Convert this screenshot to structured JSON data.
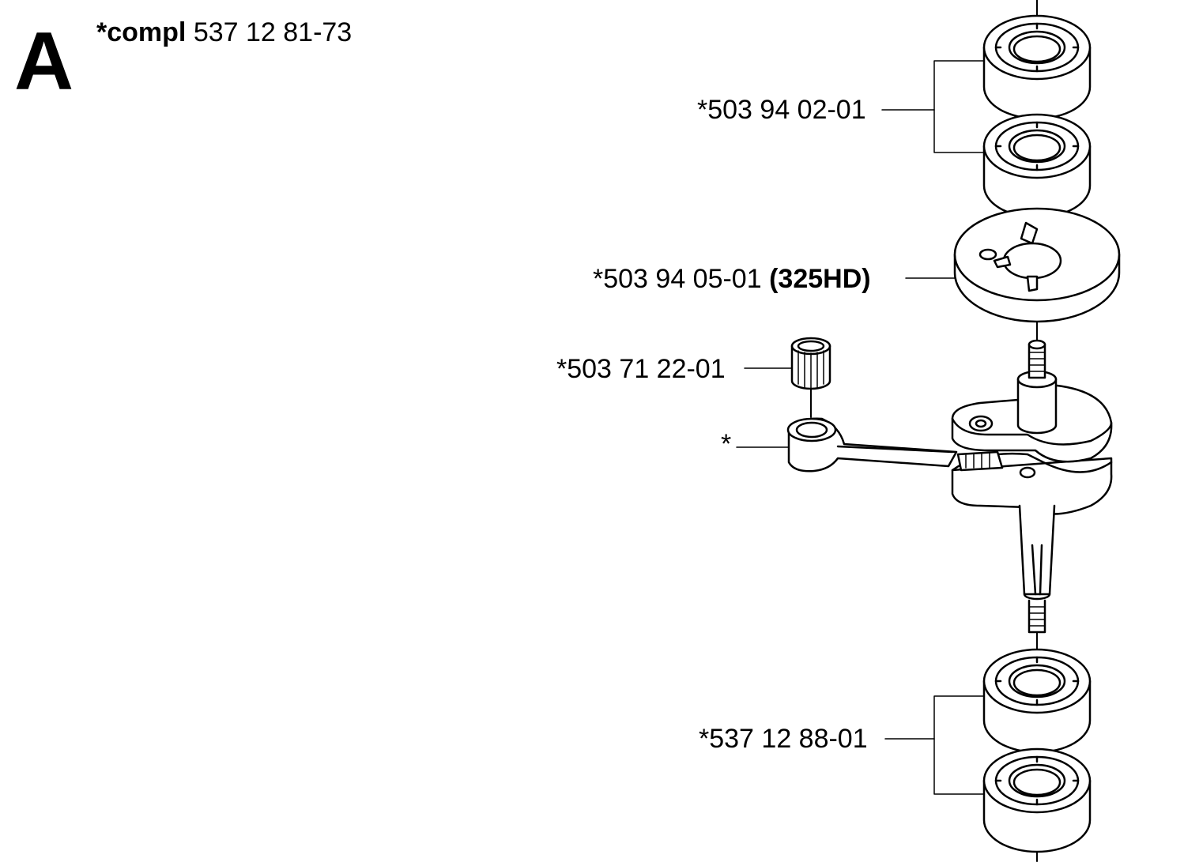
{
  "section": {
    "letter": "A"
  },
  "title": {
    "prefix": "*compl",
    "part_number": "537 12 81-73"
  },
  "labels": {
    "bearing_top": "*503 94 02-01",
    "flywheel_part": "*503 94 05-01",
    "flywheel_model": "(325HD)",
    "needle_bearing": "*503 71 22-01",
    "connecting_rod": "*",
    "bearing_bottom": "*537 12 88-01"
  },
  "colors": {
    "line": "#000000",
    "background": "#ffffff"
  }
}
